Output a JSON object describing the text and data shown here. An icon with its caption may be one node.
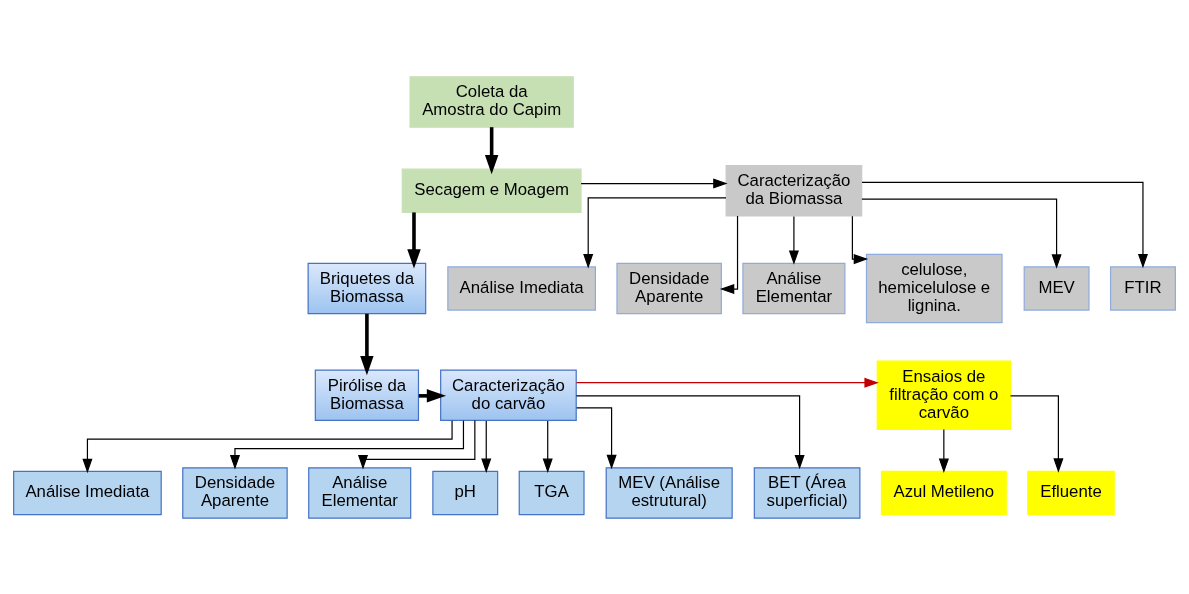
{
  "diagram": {
    "nodes": [
      {
        "text": [
          "Coleta da Amostra do Capim"
        ]
      },
      {
        "text": [
          "Secagem e Moagem"
        ]
      },
      {
        "text": [
          "Caracterização da Biomassa"
        ]
      },
      {
        "text": [
          "Análise Imediata"
        ]
      },
      {
        "text": [
          "Densidade Aparente"
        ]
      },
      {
        "text": [
          "Análise Elementar"
        ]
      },
      {
        "text": [
          "celulose, hemicelulose e lignina."
        ]
      },
      {
        "text": [
          "MEV"
        ]
      },
      {
        "text": [
          "FTIR"
        ]
      },
      {
        "text": [
          "Briquetes da Biomassa"
        ]
      },
      {
        "text": [
          "Pirólise da Biomassa"
        ]
      },
      {
        "text": [
          "Caracterização do carvão"
        ]
      },
      {
        "text": [
          "Ensaios de filtração com o carvão"
        ]
      },
      {
        "text": [
          "Azul Metileno"
        ]
      },
      {
        "text": [
          "Efluente"
        ]
      },
      {
        "text": [
          "Análise Imediata"
        ]
      },
      {
        "text": [
          "Densidade Aparente"
        ]
      },
      {
        "text": [
          "Análise Elementar"
        ]
      },
      {
        "text": [
          "pH"
        ]
      },
      {
        "text": [
          "TGA"
        ]
      },
      {
        "text": [
          "MEV (Análise estrutural)"
        ]
      },
      {
        "text": [
          "BET (Área superficial)"
        ]
      }
    ],
    "edges": [
      {
        "from": 0,
        "to": 1,
        "arrow": "to",
        "style": "thick"
      },
      {
        "from": 1,
        "to": 2,
        "arrow": "to"
      },
      {
        "from": 2,
        "to": 3,
        "arrow": "to"
      },
      {
        "from": 2,
        "to": 4,
        "arrow": "to"
      },
      {
        "from": 2,
        "to": 5,
        "arrow": "to"
      },
      {
        "from": 2,
        "to": 6,
        "arrow": "to"
      },
      {
        "from": 2,
        "to": 7,
        "arrow": "to"
      },
      {
        "from": 2,
        "to": 8,
        "arrow": "to"
      },
      {
        "from": 1,
        "to": 9,
        "arrow": "to",
        "style": "thick"
      },
      {
        "from": 9,
        "to": 10,
        "arrow": "to",
        "style": "thick"
      },
      {
        "from": 10,
        "to": 11,
        "arrow": "to",
        "style": "thick"
      },
      {
        "from": 11,
        "to": 12,
        "arrow": "to",
        "color": "#c00000"
      },
      {
        "from": 12,
        "to": 13,
        "arrow": "to"
      },
      {
        "from": 12,
        "to": 14,
        "arrow": "to"
      },
      {
        "from": 11,
        "to": 15,
        "arrow": "to"
      },
      {
        "from": 11,
        "to": 16,
        "arrow": "to"
      },
      {
        "from": 11,
        "to": 17,
        "arrow": "to"
      },
      {
        "from": 11,
        "to": 18,
        "arrow": "to"
      },
      {
        "from": 11,
        "to": 19,
        "arrow": "to"
      },
      {
        "from": 11,
        "to": 20,
        "arrow": "to"
      },
      {
        "from": 11,
        "to": 21,
        "arrow": "to"
      }
    ]
  }
}
